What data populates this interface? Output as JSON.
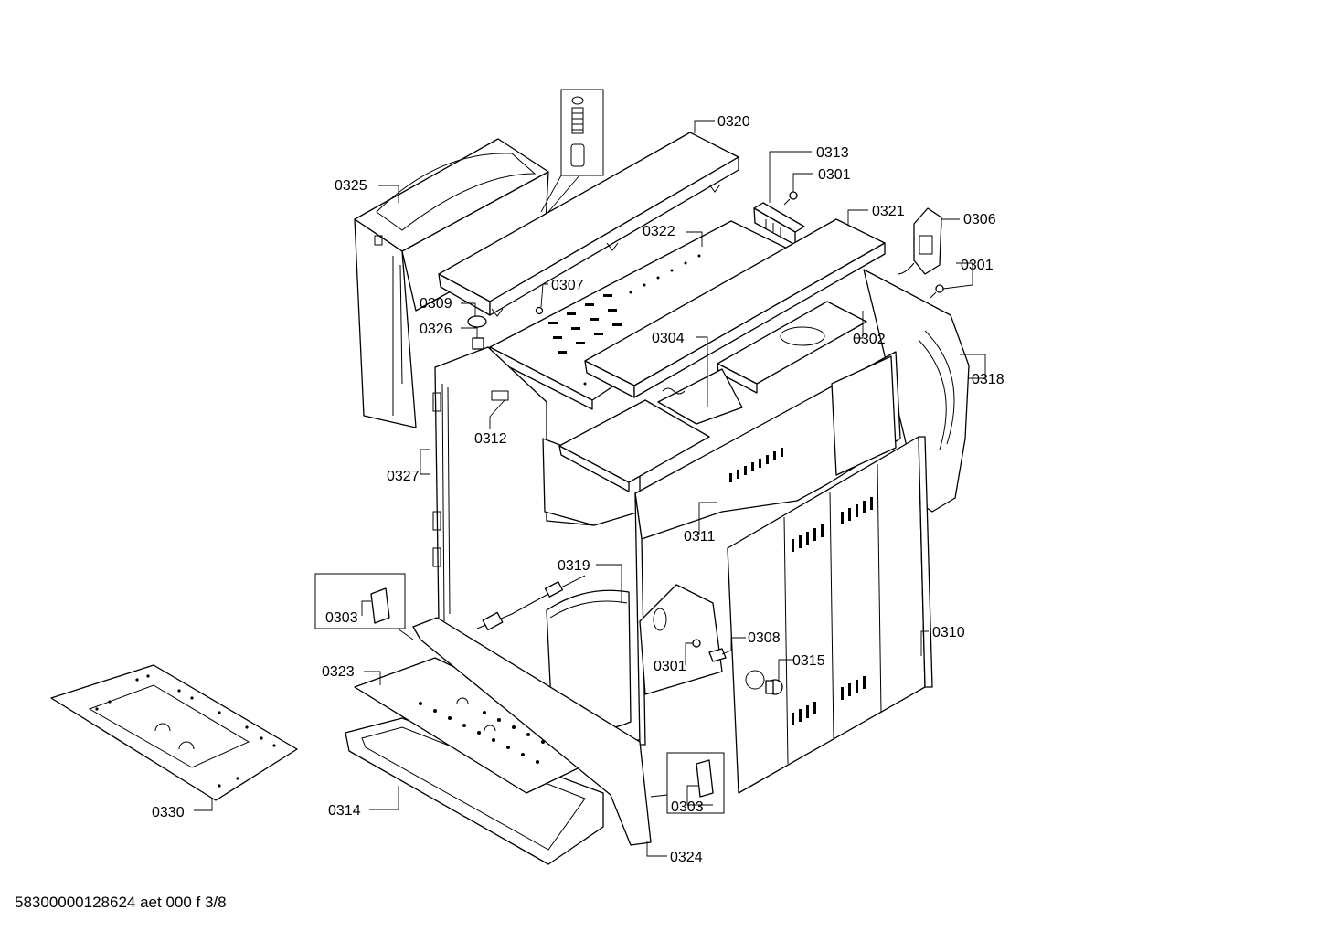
{
  "document_code": "58300000128624 aet 000 f 3/8",
  "part_labels": [
    "0301",
    "0302",
    "0303",
    "0304",
    "0306",
    "0307",
    "0308",
    "0309",
    "0310",
    "0311",
    "0312",
    "0313",
    "0314",
    "0315",
    "0318",
    "0319",
    "0320",
    "0321",
    "0322",
    "0323",
    "0324",
    "0325",
    "0326",
    "0327",
    "0330"
  ],
  "callouts": {
    "c0320": "0320",
    "c0313": "0313",
    "c0301a": "0301",
    "c0321": "0321",
    "c0306": "0306",
    "c0301b": "0301",
    "c0325": "0325",
    "c0322": "0322",
    "c0307": "0307",
    "c0309": "0309",
    "c0326": "0326",
    "c0304": "0304",
    "c0302": "0302",
    "c0318": "0318",
    "c0312": "0312",
    "c0327": "0327",
    "c0311": "0311",
    "c0319": "0319",
    "c0303a": "0303",
    "c0308": "0308",
    "c0301c": "0301",
    "c0315": "0315",
    "c0310": "0310",
    "c0323": "0323",
    "c0330": "0330",
    "c0314": "0314",
    "c0303b": "0303",
    "c0324": "0324"
  }
}
